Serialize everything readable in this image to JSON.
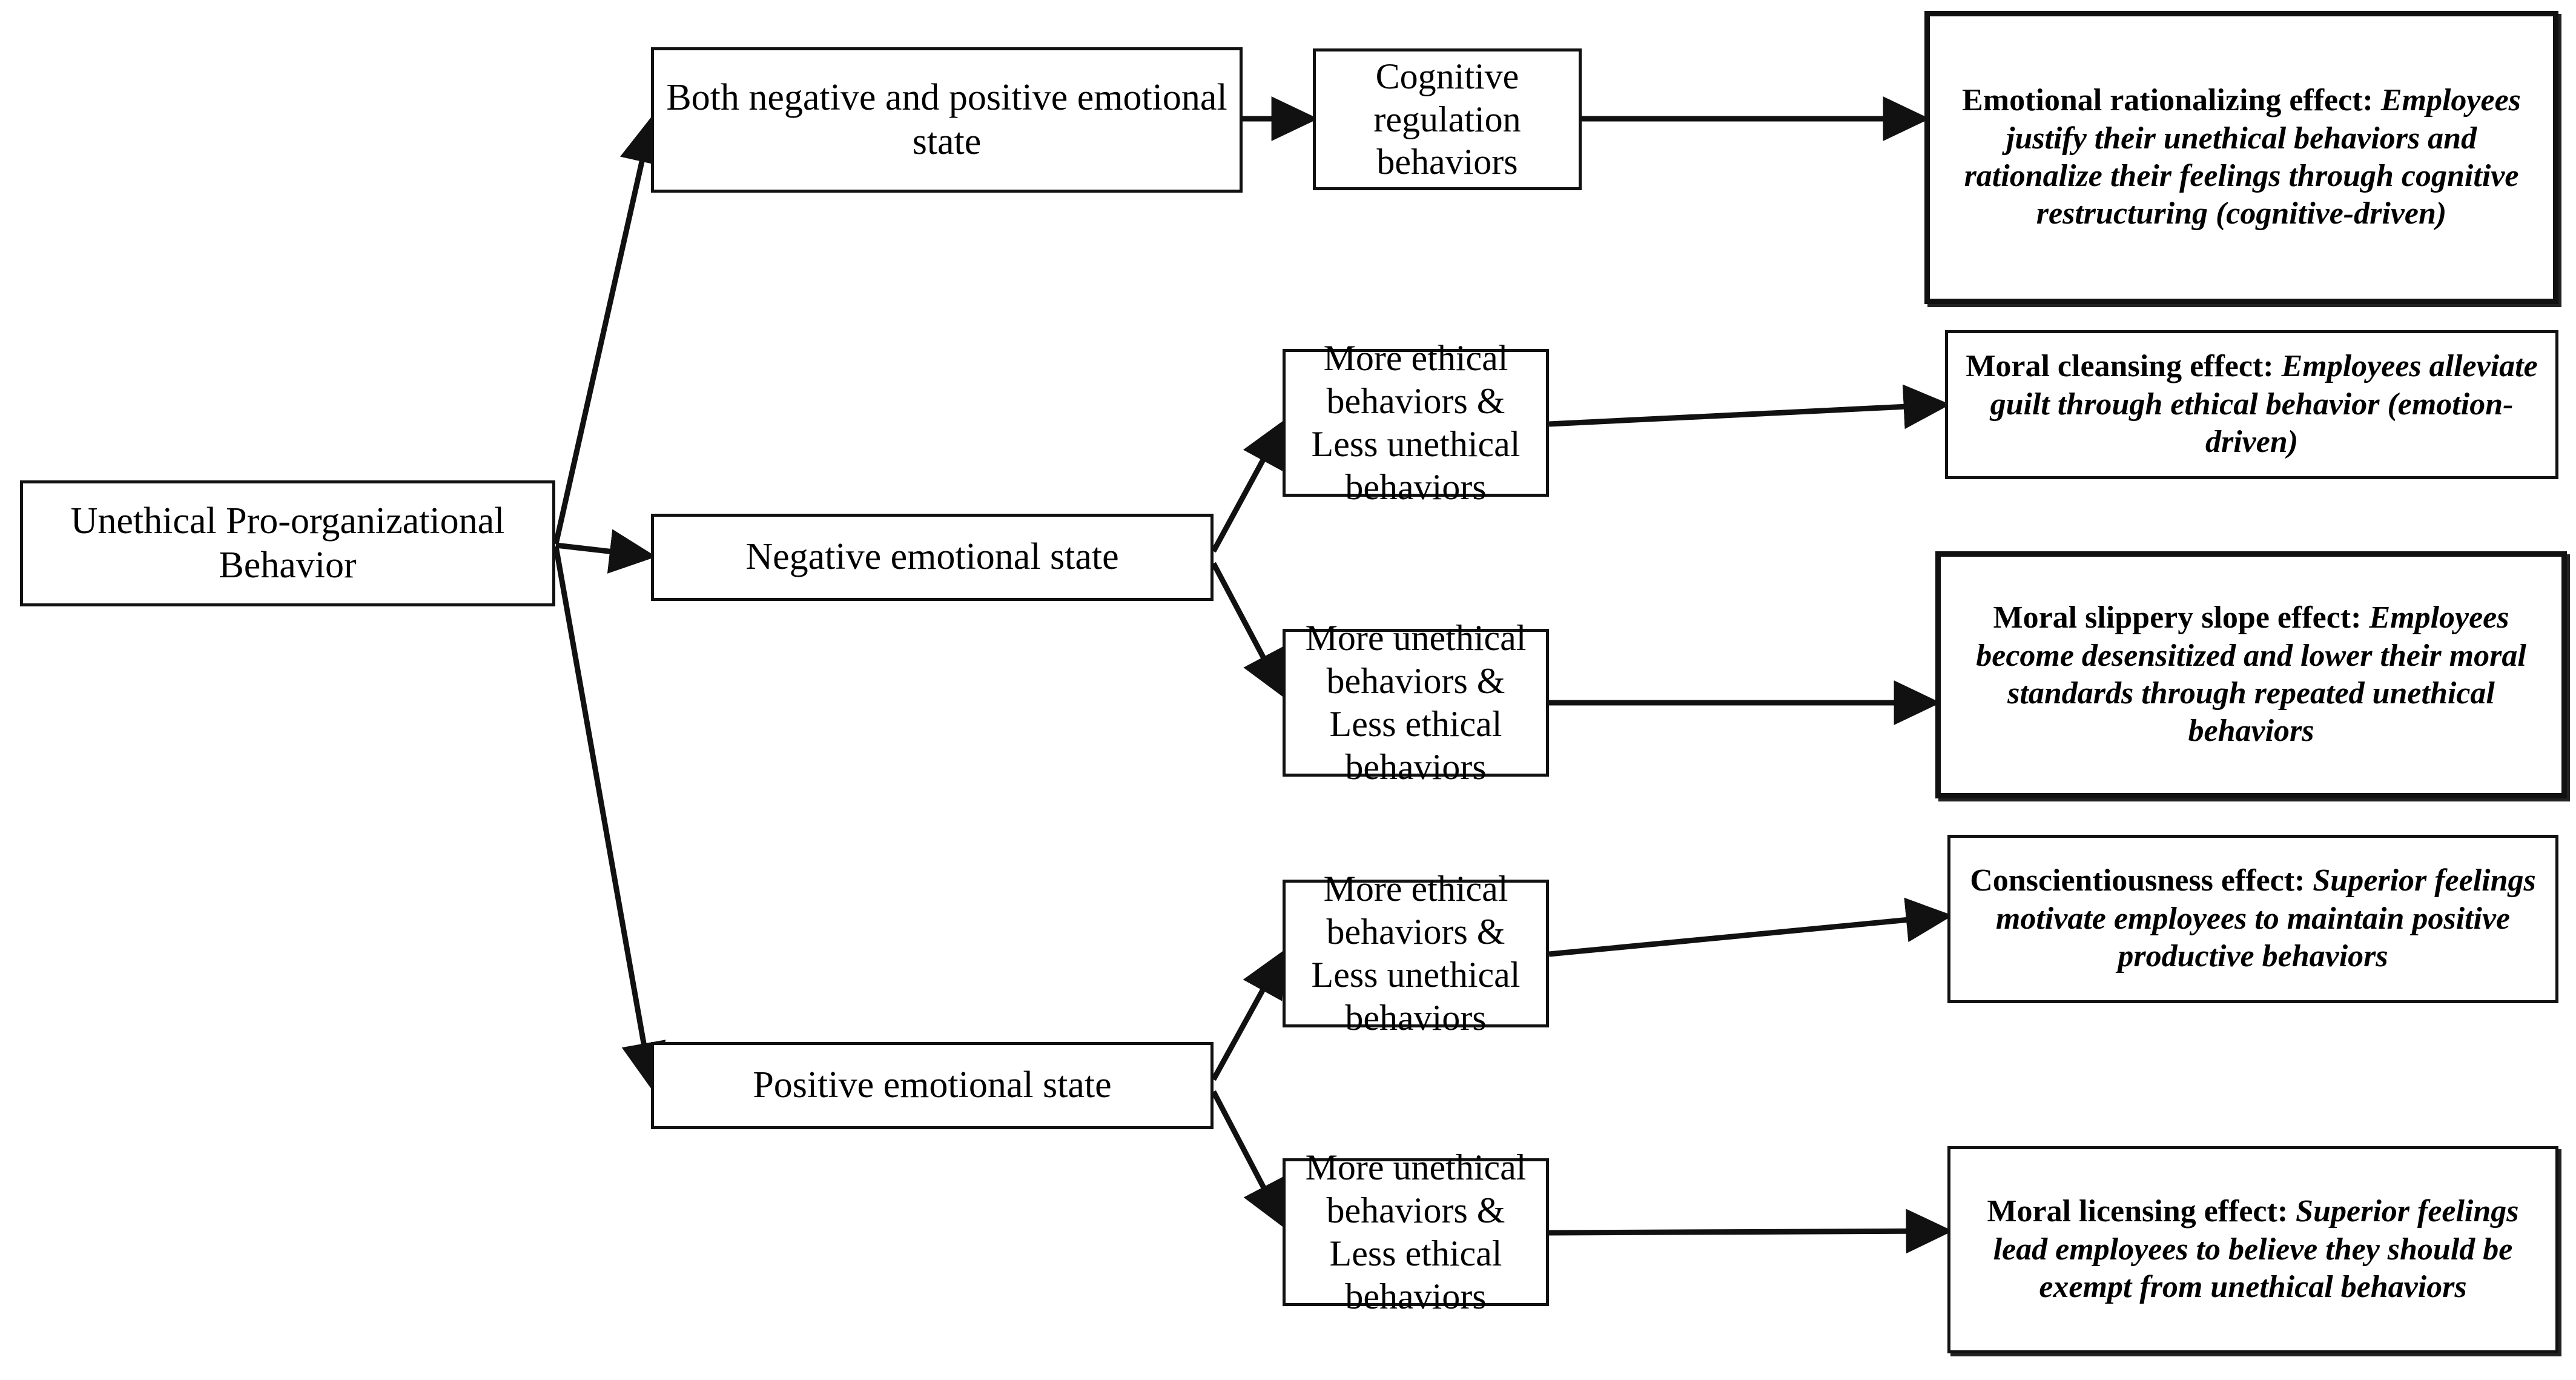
{
  "diagram": {
    "title_text": "Unethical Pro-organizational Behavior outcome pathways",
    "root": {
      "label": "Unethical Pro-organizational Behavior"
    },
    "emotional_states": [
      {
        "id": "both",
        "label": "Both negative and positive emotional state"
      },
      {
        "id": "negative",
        "label": "Negative emotional state"
      },
      {
        "id": "positive",
        "label": "Positive emotional state"
      }
    ],
    "behaviors": [
      {
        "id": "cognitive-regulation",
        "label": "Cognitive regulation behaviors"
      },
      {
        "id": "neg-more-ethical",
        "label": "More ethical behaviors & Less unethical behaviors"
      },
      {
        "id": "neg-more-unethical",
        "label": "More unethical behaviors & Less ethical behaviors"
      },
      {
        "id": "pos-more-ethical",
        "label": "More ethical behaviors & Less unethical behaviors"
      },
      {
        "id": "pos-more-unethical",
        "label": "More unethical behaviors & Less ethical behaviors"
      }
    ],
    "effects": [
      {
        "id": "emotional-rationalizing",
        "title": "Emotional rationalizing effect:",
        "body": "Employees justify their unethical behaviors and rationalize their feelings through cognitive restructuring (cognitive-driven)"
      },
      {
        "id": "moral-cleansing",
        "title": "Moral cleansing effect:",
        "body": "Employees alleviate guilt through ethical behavior (emotion-driven)"
      },
      {
        "id": "moral-slippery-slope",
        "title": "Moral slippery slope effect:",
        "body": "Employees become desensitized and lower their moral standards through repeated unethical behaviors"
      },
      {
        "id": "conscientiousness",
        "title": "Conscientiousness effect:",
        "body": "Superior feelings motivate employees to maintain positive productive behaviors"
      },
      {
        "id": "moral-licensing",
        "title": "Moral licensing effect:",
        "body": "Superior feelings lead employees to believe they should be exempt from unethical behaviors"
      }
    ],
    "colors": {
      "line": "#111111",
      "box_border": "#111111",
      "background": "#ffffff",
      "text": "#000000"
    }
  }
}
